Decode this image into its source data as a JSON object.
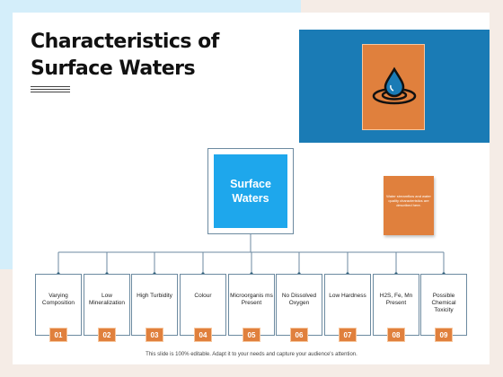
{
  "title": {
    "line1": "Characteristics of",
    "line2": "Surface Waters"
  },
  "banner": {
    "icon": "water-drop-icon"
  },
  "center": {
    "label_line1": "Surface",
    "label_line2": "Waters"
  },
  "note": {
    "text": "Water streamflow and water quality characteristics are described here."
  },
  "items": [
    {
      "label": "Varying Composition",
      "number": "01"
    },
    {
      "label": "Low Mineralization",
      "number": "02"
    },
    {
      "label": "High Turbidity",
      "number": "03"
    },
    {
      "label": "Colour",
      "number": "04"
    },
    {
      "label": "Microorganis ms Present",
      "number": "05"
    },
    {
      "label": "No Dissolved Oxygen",
      "number": "06"
    },
    {
      "label": "Low Hardness",
      "number": "07"
    },
    {
      "label": "H2S, Fe, Mn Present",
      "number": "08"
    },
    {
      "label": "Possible Chemical Toxicity",
      "number": "09"
    }
  ],
  "footer": {
    "text": "This slide is 100% editable. Adapt it to your needs and capture your audience's attention."
  },
  "colors": {
    "orange": "#e0803d",
    "blue": "#1ea7ec",
    "banner_blue": "#1a7bb5",
    "line": "#6c8aa0"
  }
}
